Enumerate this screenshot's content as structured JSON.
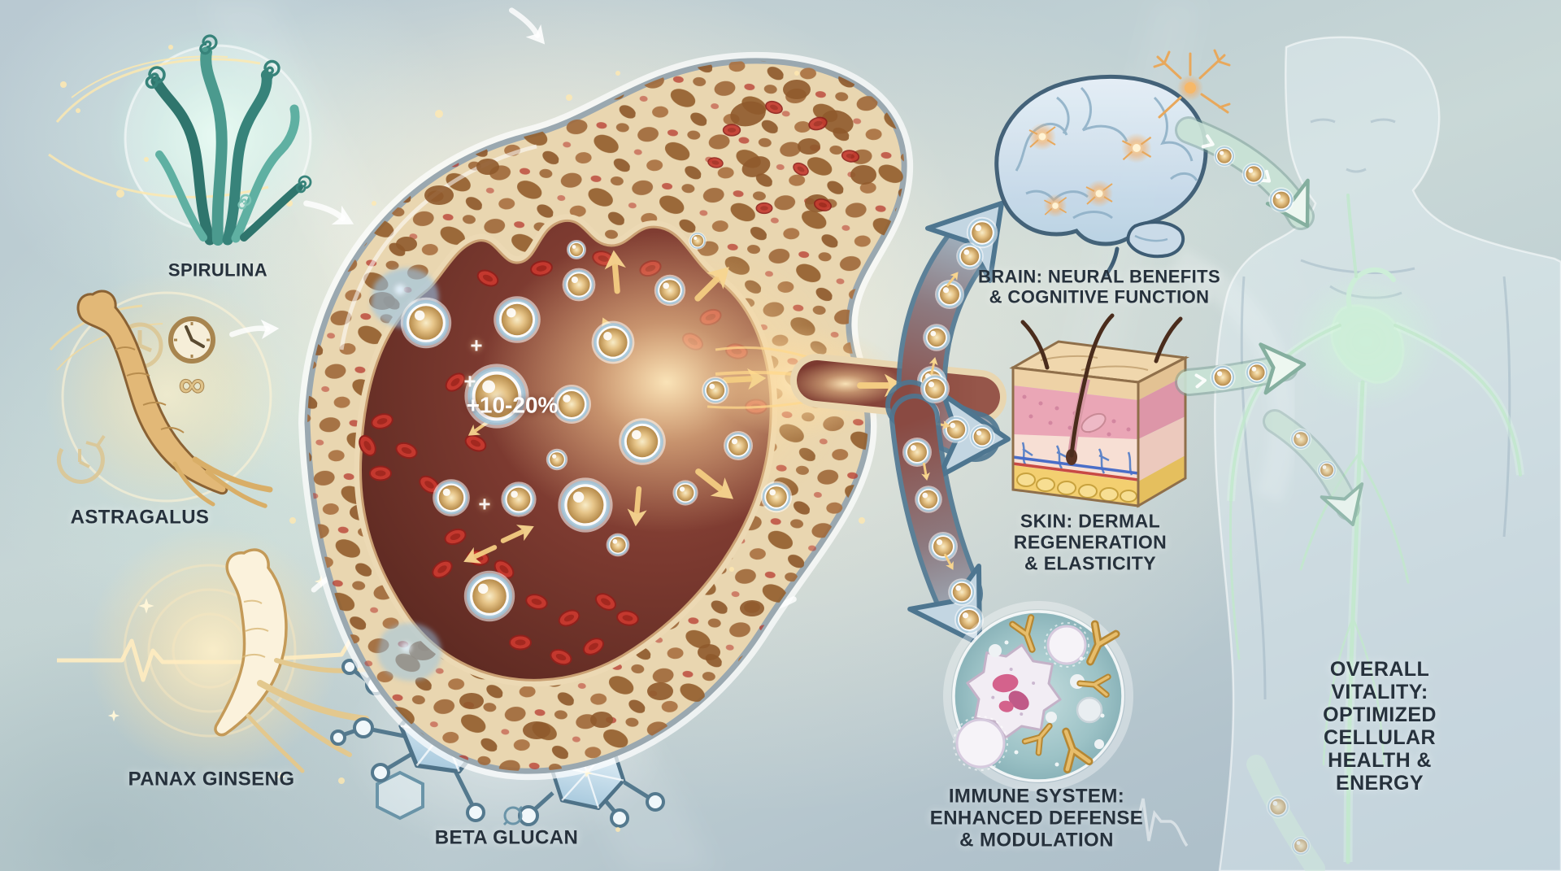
{
  "ingredients": {
    "spirulina": {
      "label": "SPIRULINA"
    },
    "astragalus": {
      "label": "ASTRAGALUS"
    },
    "panax_ginseng": {
      "label": "PANAX GINSENG"
    },
    "beta_glucan": {
      "label": "BETA GLUCAN"
    }
  },
  "marrow": {
    "boost_value": "+10-20%",
    "plus_mark": "+"
  },
  "outcomes": {
    "brain": {
      "label": "BRAIN: NEURAL BENEFITS\n& COGNITIVE FUNCTION"
    },
    "skin": {
      "label": "SKIN: DERMAL\nREGENERATION\n& ELASTICITY"
    },
    "immune": {
      "label": "IMMUNE SYSTEM:\nENHANCED DEFENSE\n& MODULATION"
    },
    "vitality": {
      "label": "OVERALL VITALITY:\nOPTIMIZED CELLULAR\nHEALTH & ENERGY"
    }
  },
  "icons": {
    "infinity_symbol": "∞",
    "clock_icon": "clock",
    "clock_refresh_icon": "clock-refresh",
    "shield_plus_icon": "shield-plus",
    "ecg_pulse_icon": "ecg-pulse",
    "cycle_icon": "cycle"
  },
  "colors": {
    "label_text": "#26313c",
    "boost_text": "#ffffff",
    "bone_cream": "#e9d6b0",
    "marrow_red": "#7c3a30",
    "stem_cell_gold": "#ddb572",
    "spirulina_teal": "#3f8a80",
    "root_gold": "#e2b877",
    "arrow_outline_blue": "#4e7690",
    "antibody_gold": "#d9a84e",
    "vitality_green": "#bfe0d2"
  }
}
